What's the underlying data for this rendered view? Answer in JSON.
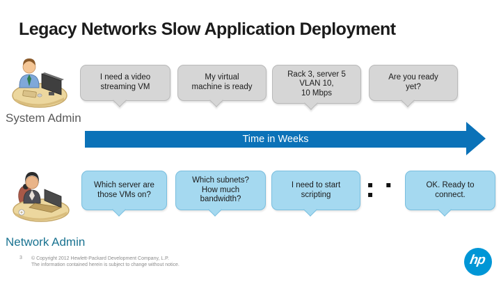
{
  "slide": {
    "title": "Legacy Networks Slow Application Deployment",
    "page_number": "3",
    "footer_line1": "© Copyright 2012 Hewlett-Packard Development Company, L.P.",
    "footer_line2": "The information contained herein is subject to change without notice.",
    "logo_text": "hp"
  },
  "timeline": {
    "label": "Time in Weeks"
  },
  "system_admin": {
    "label": "System Admin",
    "bubbles": [
      "I need a video\nstreaming VM",
      "My virtual\nmachine is ready",
      "Rack 3, server 5\nVLAN 10,\n10 Mbps",
      "Are you ready\nyet?"
    ]
  },
  "network_admin": {
    "label": "Network Admin",
    "bubbles": [
      "Which server are\nthose VMs on?",
      "Which subnets?\nHow much\nbandwidth?",
      "I need to start\nscripting",
      "OK. Ready to\nconnect."
    ],
    "ellipsis": "▪ ▪ ▪"
  },
  "colors": {
    "arrow_blue": "#0b72b8",
    "bubble_gray": "#d6d6d6",
    "bubble_blue": "#a5d9f0",
    "hp_logo_blue": "#0096d6",
    "system_admin_label": "#595959",
    "network_admin_label": "#1a7391",
    "title_text": "#1b1b1b"
  }
}
